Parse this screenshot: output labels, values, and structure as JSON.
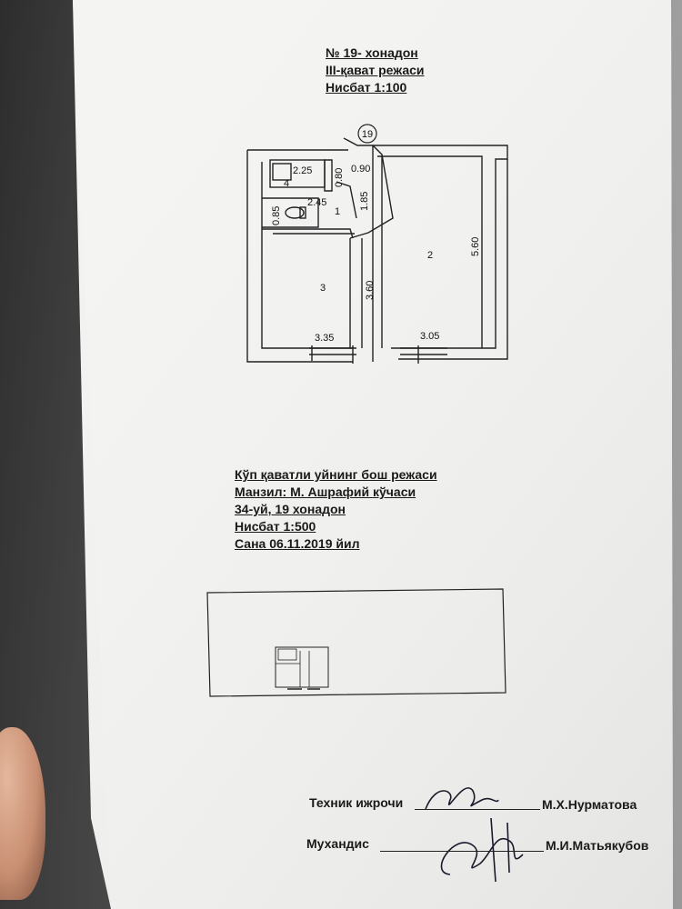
{
  "header": {
    "line1": "№ 19- хонадон",
    "line2": "III-қават режаси",
    "line3": "Нисбат  1:100"
  },
  "plan": {
    "apartment_marker": "19",
    "rooms": {
      "r1": "1",
      "r2": "2",
      "r3": "3",
      "r4": "4"
    },
    "dims": {
      "d_225": "2.25",
      "d_080": "0.80",
      "d_090": "0.90",
      "d_245": "2.45",
      "d_185": "1.85",
      "d_085": "0.85",
      "d_560": "5.60",
      "d_360": "3.60",
      "d_335": "3.35",
      "d_305": "3.05"
    }
  },
  "info": {
    "line1": "Кўп қаватли уйнинг бош режаси",
    "line2": "Манзил: М. Ашрафий кўчаси",
    "line3": "34-уй, 19 хонадон",
    "line4": "Нисбат  1:500",
    "line5": "Сана 06.11.2019 йил"
  },
  "signatures": {
    "tech_label": "Техник ижрочи",
    "tech_name": "М.Х.Нурматова",
    "engineer_label": "Мухандис",
    "engineer_name": "М.И.Матьякубов"
  }
}
